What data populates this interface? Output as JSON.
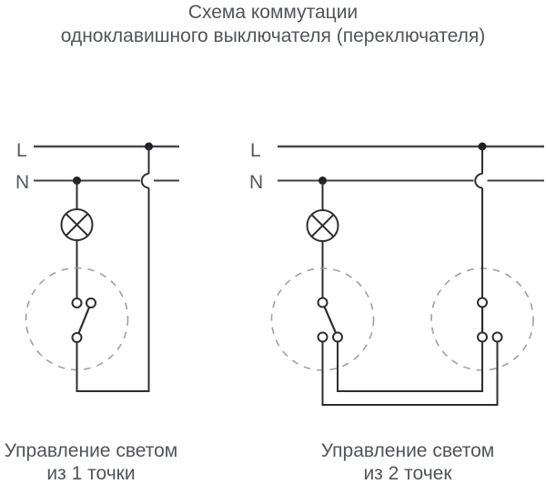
{
  "title": {
    "line1": "Схема коммутации",
    "line2": "одноклавишного выключателя (переключателя)"
  },
  "left_diagram": {
    "phase_label": "L",
    "neutral_label": "N",
    "caption_line1": "Управление светом",
    "caption_line2": "из 1 точки"
  },
  "right_diagram": {
    "phase_label": "L",
    "neutral_label": "N",
    "caption_line1": "Управление светом",
    "caption_line2": "из 2 точек"
  },
  "colors": {
    "background": "#ffffff",
    "wire": "#3e4042",
    "wire_dark": "#2c2e30",
    "junction_dot": "#1f2022",
    "dashed_circle": "#9ca0a3",
    "text": "#515458",
    "label": "#55585c"
  }
}
